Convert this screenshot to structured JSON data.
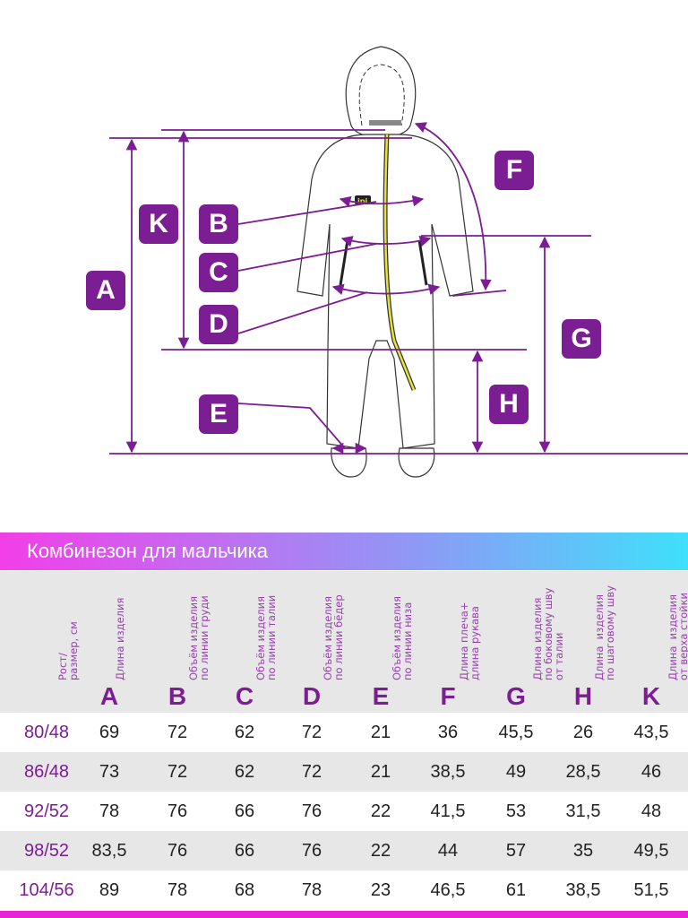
{
  "diagram": {
    "labels": [
      "A",
      "B",
      "C",
      "D",
      "E",
      "F",
      "G",
      "H",
      "K"
    ],
    "accent": "#7b1d93",
    "patch_text": "ipi"
  },
  "title": "Комбинезон для мальчика",
  "table": {
    "size_header": "Рост/\nразмер, см",
    "columns": [
      {
        "letter": "A",
        "desc": "Длина изделия"
      },
      {
        "letter": "B",
        "desc": "Объём изделия\nпо линии груди"
      },
      {
        "letter": "C",
        "desc": "Объём изделия\nпо линии талии"
      },
      {
        "letter": "D",
        "desc": "Объём изделия\nпо линии бёдер"
      },
      {
        "letter": "E",
        "desc": "Объём изделия\nпо линии низа"
      },
      {
        "letter": "F",
        "desc": "Длина плеча+\nдлина рукава"
      },
      {
        "letter": "G",
        "desc": "Длина изделия\nпо боковому шву\nот талии"
      },
      {
        "letter": "H",
        "desc": "Длина  изделия\nпо шаговому шву"
      },
      {
        "letter": "K",
        "desc": "Длина  изделия\nот верха стойки\nдо шагового шва"
      }
    ],
    "rows": [
      {
        "size": "80/48",
        "values": [
          "69",
          "72",
          "62",
          "72",
          "21",
          "36",
          "45,5",
          "26",
          "43,5"
        ]
      },
      {
        "size": "86/48",
        "values": [
          "73",
          "72",
          "62",
          "72",
          "21",
          "38,5",
          "49",
          "28,5",
          "46"
        ]
      },
      {
        "size": "92/52",
        "values": [
          "78",
          "76",
          "66",
          "76",
          "22",
          "41,5",
          "53",
          "31,5",
          "48"
        ]
      },
      {
        "size": "98/52",
        "values": [
          "83,5",
          "76",
          "66",
          "76",
          "22",
          "44",
          "57",
          "35",
          "49,5"
        ]
      },
      {
        "size": "104/56",
        "values": [
          "89",
          "78",
          "68",
          "78",
          "23",
          "46,5",
          "61",
          "38,5",
          "51,5"
        ]
      }
    ]
  }
}
